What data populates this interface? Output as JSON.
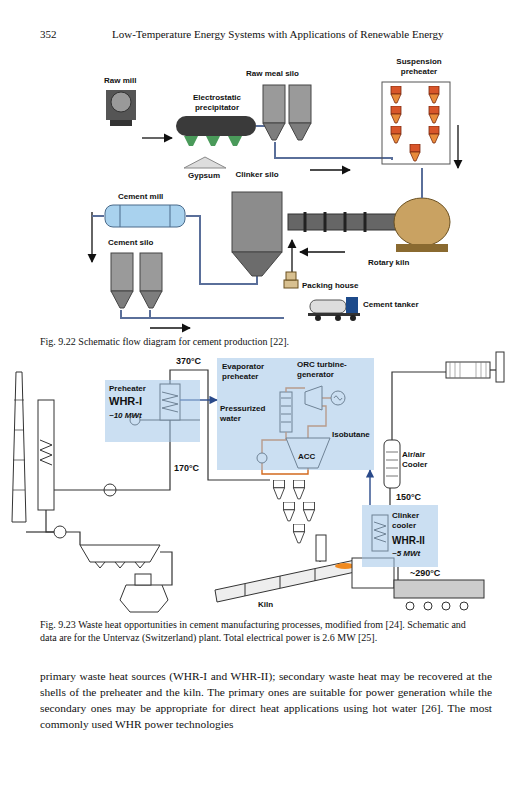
{
  "diagram": {
    "caption": "Fig. 9.23 Waste heat opportunities in cement manufacturing processes, modified from [24]. Schematic and data are for the Untervaz (Switzerland) plant. Total electrical power is 2.6 MW [25].",
    "nodes": [
      {
        "text": [
          "Preheater",
          "WHR-I",
          "~10 MWt"
        ]
      },
      {
        "text": [
          "Evaporator preheater",
          "ORC turbine-generator",
          "Isobutane",
          "ACC"
        ]
      },
      {
        "text": [
          "Clinker cooler",
          "WHR-II",
          "~5 MWt"
        ]
      }
    ],
    "edges": [
      {
        "from": 0,
        "to": 1,
        "arrow": "to",
        "label": "Pressurized water"
      },
      {
        "from": 2,
        "to": 1,
        "arrow": "to"
      }
    ],
    "labels": [
      "352",
      "Low-Temperature Energy Systems with Applications of Renewable Energy",
      "Suspension preheater",
      "Raw meal silo",
      "Raw mill",
      "Electrostatic precipitator",
      "Gypsum",
      "Clinker silo",
      "Cement mill",
      "Cement silo",
      "Rotary kiln",
      "Packing house",
      "Cement tanker",
      "Fig. 9.22 Schematic flow diagram for cement production [22].",
      "370°C",
      "170°C",
      "Air/air Cooler",
      "150°C",
      "~290°C",
      "Kiln",
      "primary waste heat sources (WHR-I and WHR-II); secondary waste heat may be recovered at the shells of the preheater and the kiln. The primary ones are suitable for power generation while the secondary ones may be appropriate for direct heat applications using hot water [26]. The most commonly used WHR power technologies"
    ]
  }
}
